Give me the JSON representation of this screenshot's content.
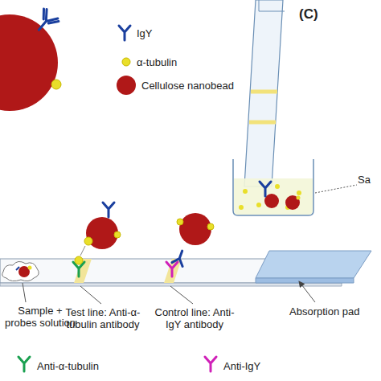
{
  "diagram": {
    "labels": [
      "(C)",
      "Sa",
      "Sample + probes solution",
      "Test line: Anti-α-tubulin antibody",
      "Control line: Anti-IgY antibody",
      "Absorption pad"
    ],
    "legend": [
      {
        "text": "IgY"
      },
      {
        "text": "α-tubulin"
      },
      {
        "text": "Cellulose nanobead"
      },
      {
        "text": "Anti-α-tubulin"
      },
      {
        "text": "Anti-IgY"
      }
    ]
  }
}
